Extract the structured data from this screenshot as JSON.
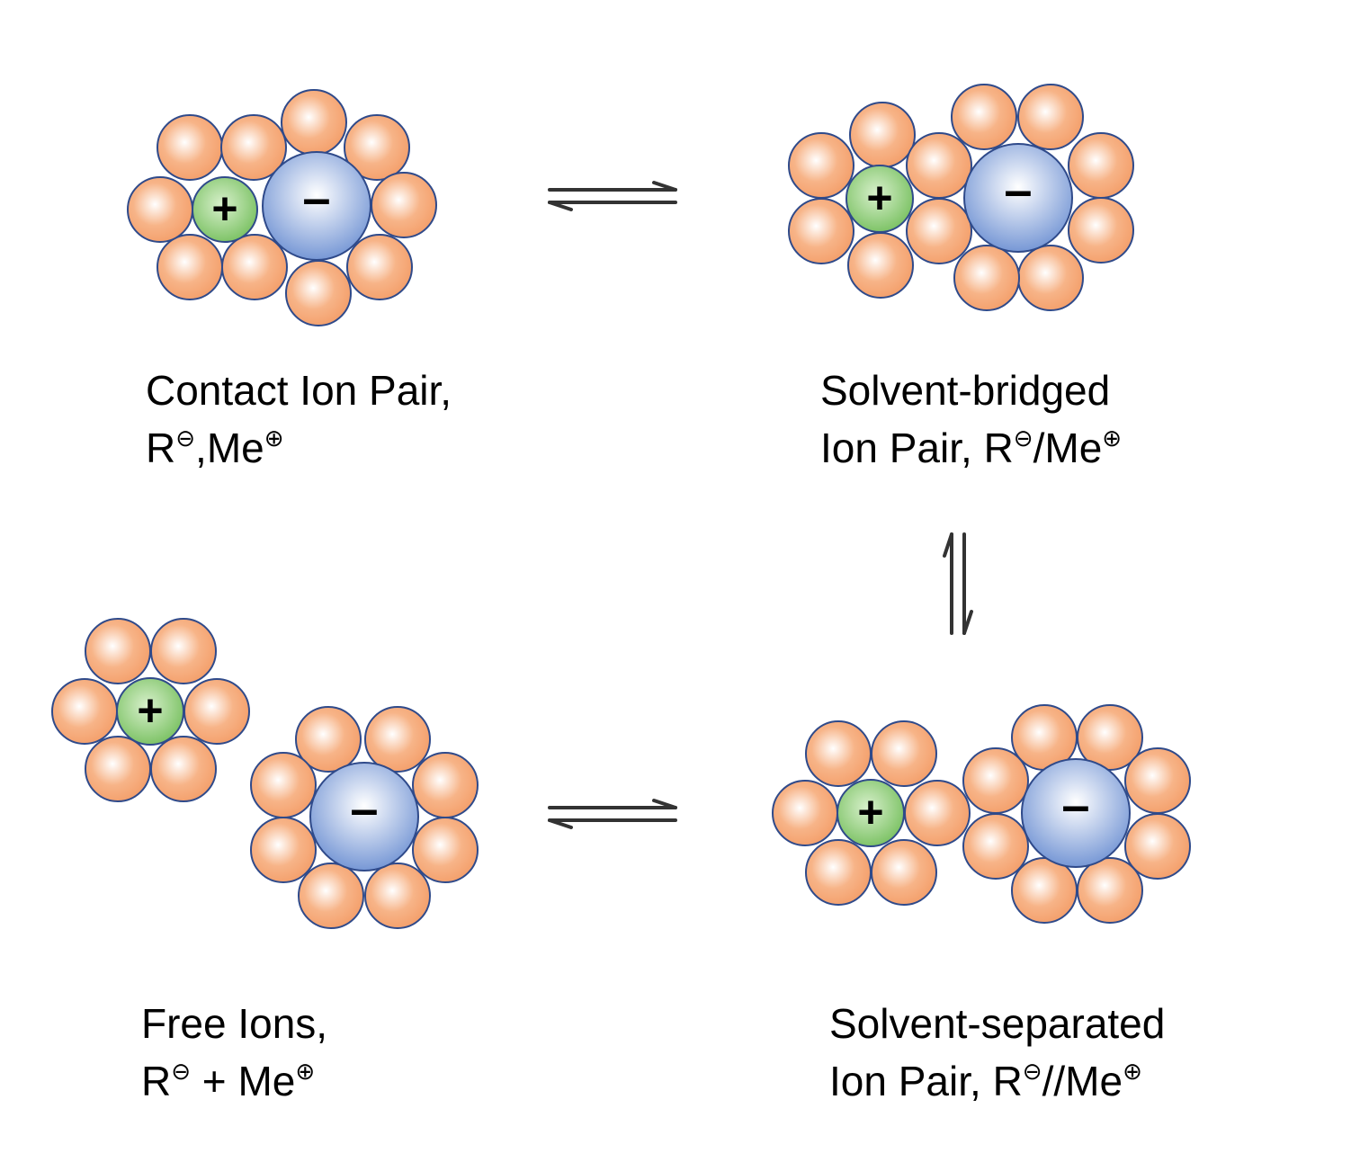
{
  "colors": {
    "solvent_fill": "#f4a06c",
    "solvent_highlight": "#ffffff",
    "cation_fill": "#78c060",
    "anion_fill": "#7294d4",
    "outline": "#2f4a8a",
    "arrow": "#333333"
  },
  "charges": {
    "cation": "+",
    "anion": "–"
  },
  "states": {
    "contact": {
      "title": "Contact Ion Pair,",
      "formula": {
        "anion": "R",
        "anion_sign": "⊖",
        "separator": ",",
        "cation": "Me",
        "cation_sign": "⊕"
      }
    },
    "bridged": {
      "title": "Solvent-bridged",
      "formula": {
        "prefix": "Ion Pair, ",
        "anion": "R",
        "anion_sign": "⊖",
        "separator": "/",
        "cation": "Me",
        "cation_sign": "⊕"
      }
    },
    "separated": {
      "title": "Solvent-separated",
      "formula": {
        "prefix": "Ion Pair, ",
        "anion": "R",
        "anion_sign": "⊖",
        "separator": "//",
        "cation": "Me",
        "cation_sign": "⊕"
      }
    },
    "free": {
      "title": "Free Ions,",
      "formula": {
        "anion": "R",
        "anion_sign": "⊖",
        "separator": " + ",
        "cation": "Me",
        "cation_sign": "⊕"
      }
    }
  },
  "equilibria": [
    "contact-bridged",
    "bridged-separated",
    "separated-free"
  ]
}
